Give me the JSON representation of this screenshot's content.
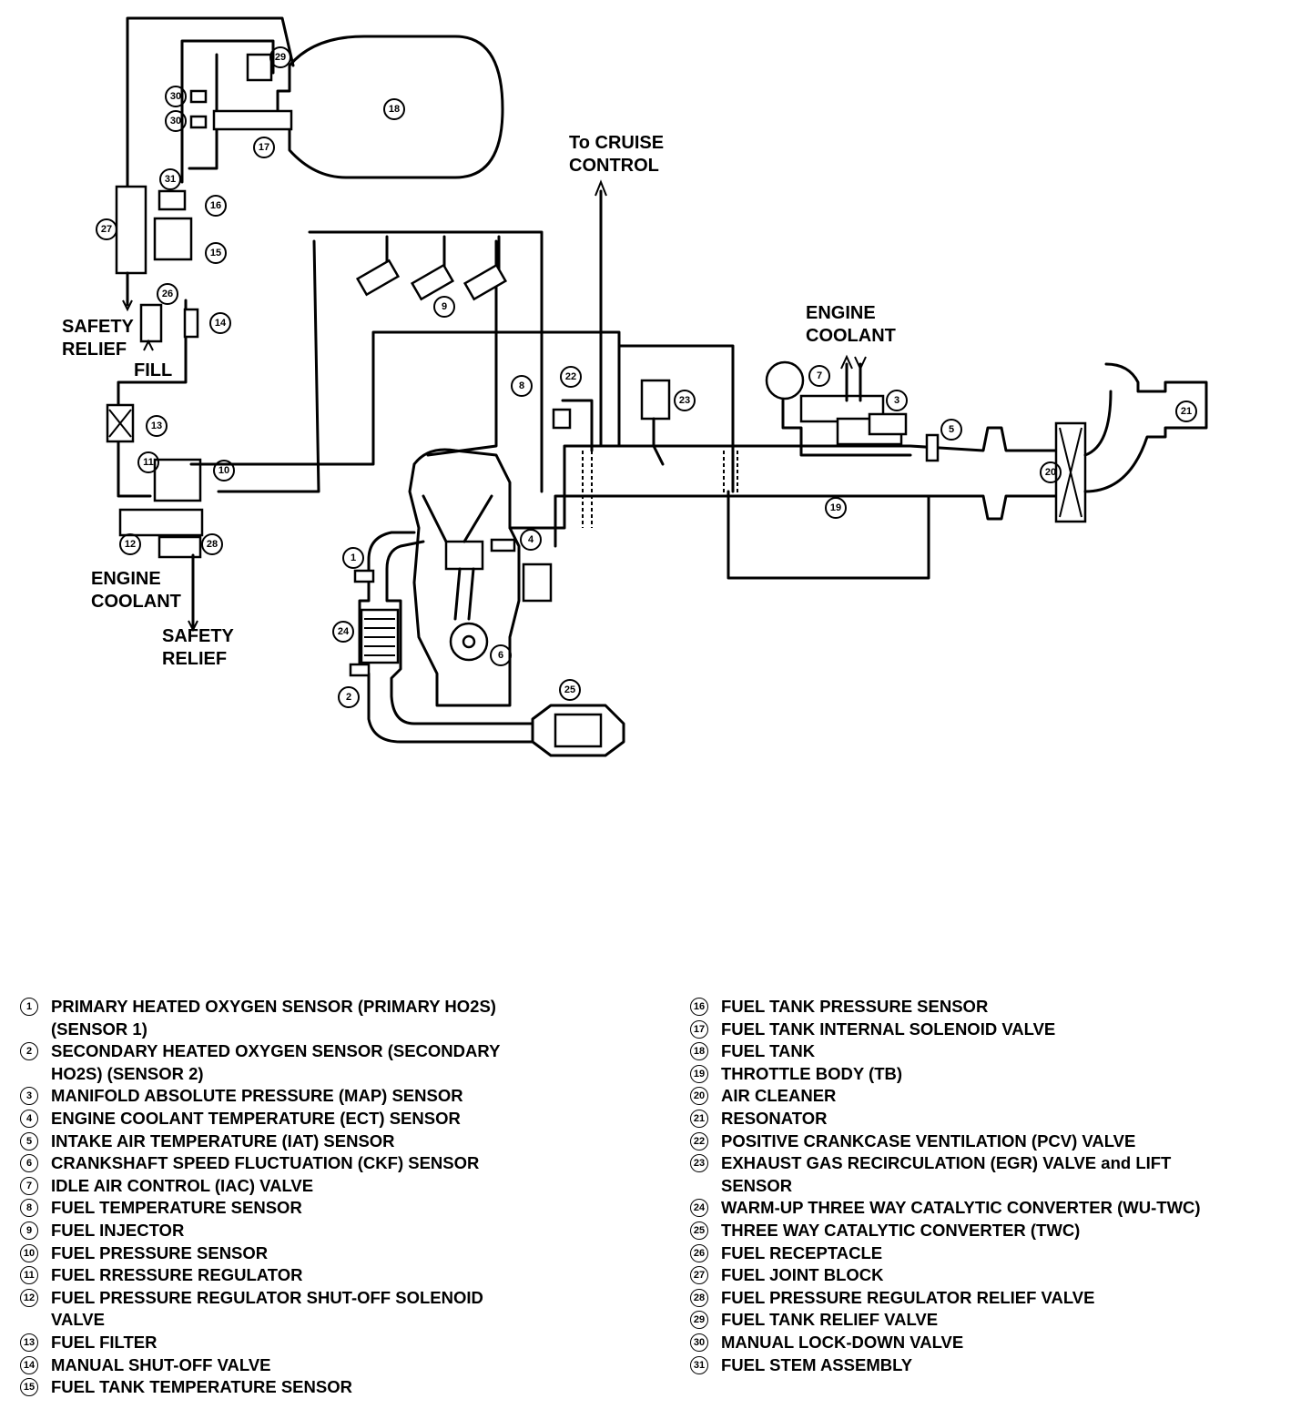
{
  "labels": {
    "cruise_1": "To CRUISE",
    "cruise_2": "CONTROL",
    "coolant_top_1": "ENGINE",
    "coolant_top_2": "COOLANT",
    "safety_top_1": "SAFETY",
    "safety_top_2": "RELIEF",
    "fill": "FILL",
    "coolant_bot_1": "ENGINE",
    "coolant_bot_2": "COOLANT",
    "safety_bot_1": "SAFETY",
    "safety_bot_2": "RELIEF"
  },
  "callouts": [
    "1",
    "2",
    "3",
    "4",
    "5",
    "6",
    "7",
    "8",
    "9",
    "10",
    "11",
    "12",
    "13",
    "14",
    "15",
    "16",
    "17",
    "18",
    "19",
    "20",
    "21",
    "22",
    "23",
    "24",
    "25",
    "26",
    "27",
    "28",
    "29",
    "30",
    "30",
    "31"
  ],
  "legend_left": [
    {
      "num": "1",
      "lines": [
        "PRIMARY HEATED OXYGEN SENSOR (PRIMARY HO2S)",
        "(SENSOR 1)"
      ]
    },
    {
      "num": "2",
      "lines": [
        "SECONDARY HEATED OXYGEN SENSOR (SECONDARY",
        "HO2S) (SENSOR 2)"
      ]
    },
    {
      "num": "3",
      "lines": [
        "MANIFOLD ABSOLUTE PRESSURE (MAP) SENSOR"
      ]
    },
    {
      "num": "4",
      "lines": [
        "ENGINE COOLANT TEMPERATURE (ECT) SENSOR"
      ]
    },
    {
      "num": "5",
      "lines": [
        "INTAKE AIR TEMPERATURE (IAT) SENSOR"
      ]
    },
    {
      "num": "6",
      "lines": [
        "CRANKSHAFT SPEED FLUCTUATION (CKF) SENSOR"
      ]
    },
    {
      "num": "7",
      "lines": [
        "IDLE AIR CONTROL (IAC) VALVE"
      ]
    },
    {
      "num": "8",
      "lines": [
        "FUEL TEMPERATURE SENSOR"
      ]
    },
    {
      "num": "9",
      "lines": [
        "FUEL INJECTOR"
      ]
    },
    {
      "num": "10",
      "lines": [
        "FUEL PRESSURE SENSOR"
      ]
    },
    {
      "num": "11",
      "lines": [
        "FUEL RRESSURE REGULATOR"
      ]
    },
    {
      "num": "12",
      "lines": [
        "FUEL PRESSURE REGULATOR SHUT-OFF SOLENOID",
        "VALVE"
      ]
    },
    {
      "num": "13",
      "lines": [
        "FUEL FILTER"
      ]
    },
    {
      "num": "14",
      "lines": [
        "MANUAL SHUT-OFF VALVE"
      ]
    },
    {
      "num": "15",
      "lines": [
        "FUEL TANK TEMPERATURE SENSOR"
      ]
    }
  ],
  "legend_right": [
    {
      "num": "16",
      "lines": [
        "FUEL TANK PRESSURE SENSOR"
      ]
    },
    {
      "num": "17",
      "lines": [
        "FUEL TANK INTERNAL SOLENOID VALVE"
      ]
    },
    {
      "num": "18",
      "lines": [
        "FUEL TANK"
      ]
    },
    {
      "num": "19",
      "lines": [
        "THROTTLE BODY (TB)"
      ]
    },
    {
      "num": "20",
      "lines": [
        "AIR CLEANER"
      ]
    },
    {
      "num": "21",
      "lines": [
        "RESONATOR"
      ]
    },
    {
      "num": "22",
      "lines": [
        "POSITIVE CRANKCASE VENTILATION (PCV) VALVE"
      ]
    },
    {
      "num": "23",
      "lines": [
        "EXHAUST GAS RECIRCULATION (EGR) VALVE and LIFT",
        "SENSOR"
      ]
    },
    {
      "num": "24",
      "lines": [
        "WARM-UP THREE WAY CATALYTIC CONVERTER (WU-TWC)"
      ]
    },
    {
      "num": "25",
      "lines": [
        "THREE WAY CATALYTIC CONVERTER (TWC)"
      ]
    },
    {
      "num": "26",
      "lines": [
        "FUEL RECEPTACLE"
      ]
    },
    {
      "num": "27",
      "lines": [
        "FUEL JOINT BLOCK"
      ]
    },
    {
      "num": "28",
      "lines": [
        "FUEL PRESSURE REGULATOR RELIEF VALVE"
      ]
    },
    {
      "num": "29",
      "lines": [
        "FUEL TANK RELIEF VALVE"
      ]
    },
    {
      "num": "30",
      "lines": [
        "MANUAL LOCK-DOWN VALVE"
      ]
    },
    {
      "num": "31",
      "lines": [
        "FUEL STEM ASSEMBLY"
      ]
    }
  ]
}
